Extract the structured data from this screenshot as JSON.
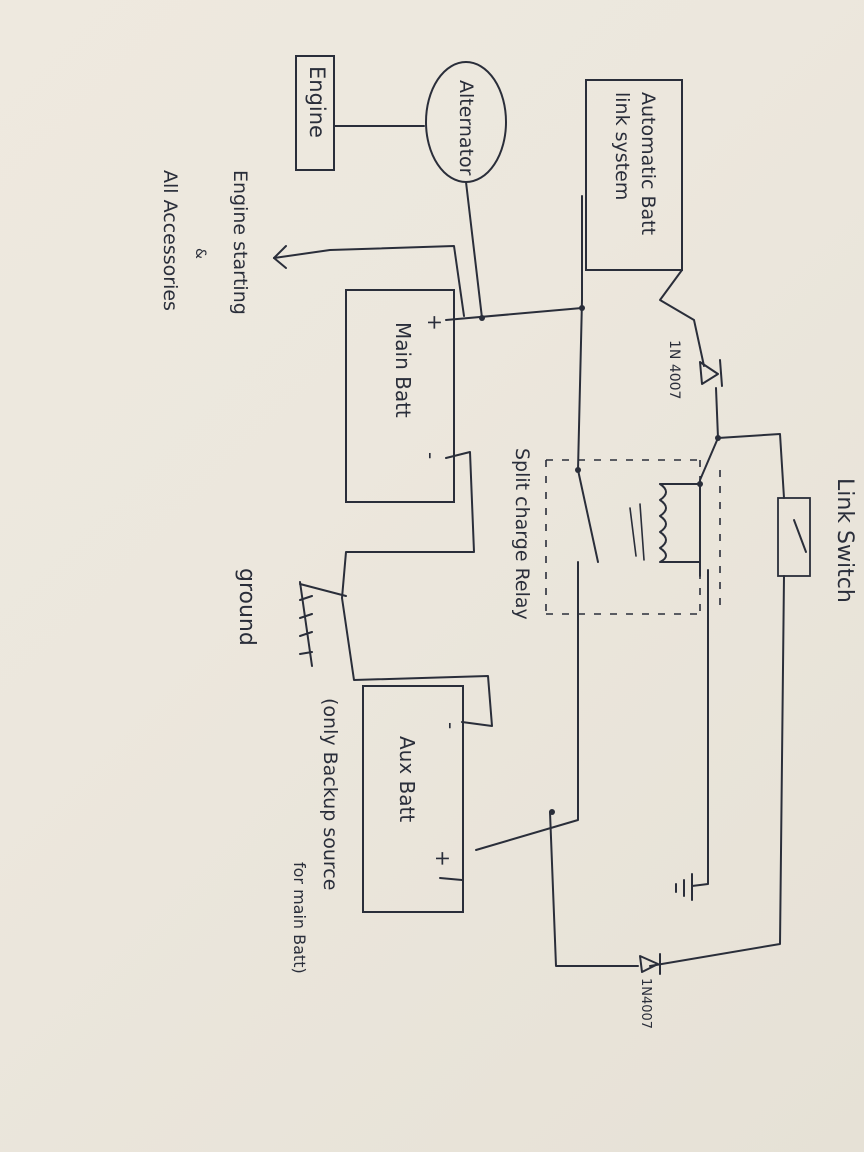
{
  "labels": {
    "link_switch": "Link Switch",
    "engine": "Engine",
    "alternator": "Alternator",
    "auto_batt_line1": "Automatic Batt",
    "auto_batt_line2": "link system",
    "engine_starting": "Engine starting",
    "and": "&",
    "all_accessories": "All Accessories",
    "diode_top": "1N 4007",
    "diode_bottom": "1N4007",
    "main_batt": "Main Batt",
    "main_plus": "+",
    "main_minus": "-",
    "split_relay": "Split charge Relay",
    "ground": "ground",
    "aux_batt": "Aux Batt",
    "aux_minus": "-",
    "aux_plus": "+",
    "backup_line1": "(only Backup source",
    "backup_line2": "for main Batt)"
  },
  "colors": {
    "ink": "#2a2e3a",
    "paper": "#ece7dd"
  }
}
